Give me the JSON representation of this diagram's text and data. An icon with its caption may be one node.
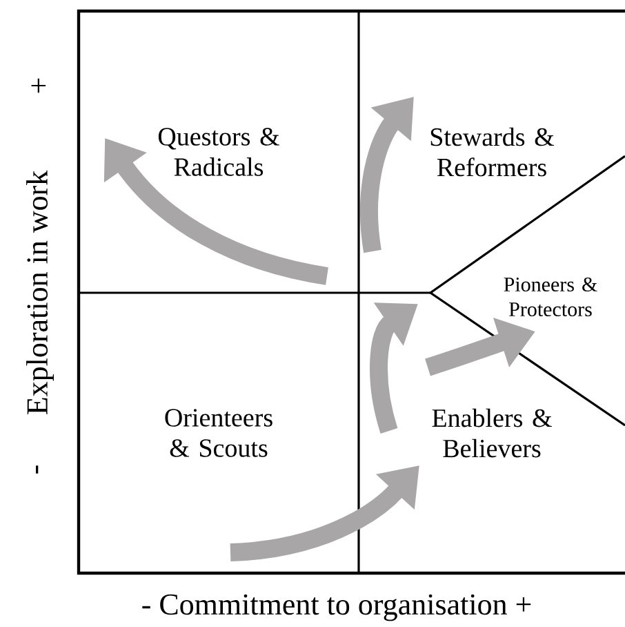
{
  "diagram": {
    "nodes": [
      {
        "text": [
          "Questors & Radicals"
        ]
      },
      {
        "text": [
          "Stewards & Reformers"
        ]
      },
      {
        "text": [
          "Pioneers & Protectors"
        ]
      },
      {
        "text": [
          "Orienteers & Scouts"
        ]
      },
      {
        "text": [
          "Enablers & Believers"
        ]
      }
    ],
    "edges": [
      {
        "from": 3,
        "to": 4,
        "arrow": "to"
      },
      {
        "from": 4,
        "to": null,
        "arrow": "to"
      },
      {
        "from": null,
        "to": 0,
        "arrow": "to"
      },
      {
        "from": null,
        "to": 1,
        "arrow": "to"
      },
      {
        "from": 4,
        "to": 2,
        "arrow": "to"
      }
    ],
    "labels": [
      "+",
      "Exploration in work",
      "-",
      "- Commitment to organisation +"
    ]
  }
}
